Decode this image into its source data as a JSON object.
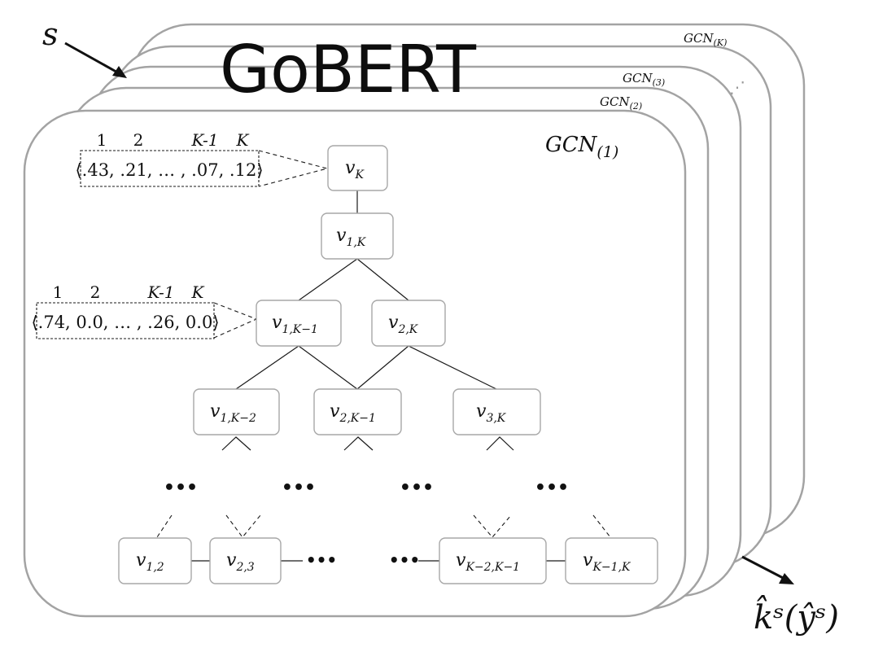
{
  "title": "GoBERT",
  "input": {
    "symbol": "s"
  },
  "output": {
    "text": "k̂ˢ(ŷˢ)"
  },
  "layers": {
    "front": {
      "base": "GCN",
      "sub": "(1)"
    },
    "second": {
      "base": "GCN",
      "sub": "(2)"
    },
    "third": {
      "base": "GCN",
      "sub": "(3)"
    },
    "back": {
      "base": "GCN",
      "sub": "(K)"
    },
    "stack_ellipsis": "⋰"
  },
  "vector_top": {
    "indices": [
      "1",
      "2",
      "K-1",
      "K"
    ],
    "values": "⟨.43, .21, … , .07, .12⟩"
  },
  "vector_mid": {
    "indices": [
      "1",
      "2",
      "K-1",
      "K"
    ],
    "values": "⟨.74, 0.0, … , .26, 0.0⟩"
  },
  "nodes": {
    "vK": {
      "base": "v",
      "sub": "K"
    },
    "v1K": {
      "base": "v",
      "sub": "1,K"
    },
    "v1Km1": {
      "base": "v",
      "sub": "1,K−1"
    },
    "v2K": {
      "base": "v",
      "sub": "2,K"
    },
    "v1Km2": {
      "base": "v",
      "sub": "1,K−2"
    },
    "v2Km1": {
      "base": "v",
      "sub": "2,K−1"
    },
    "v3K": {
      "base": "v",
      "sub": "3,K"
    },
    "v12": {
      "base": "v",
      "sub": "1,2"
    },
    "v23": {
      "base": "v",
      "sub": "2,3"
    },
    "vKm2Km1": {
      "base": "v",
      "sub": "K−2,K−1"
    },
    "vKm1K": {
      "base": "v",
      "sub": "K−1,K"
    }
  },
  "ellipsis": "•••"
}
